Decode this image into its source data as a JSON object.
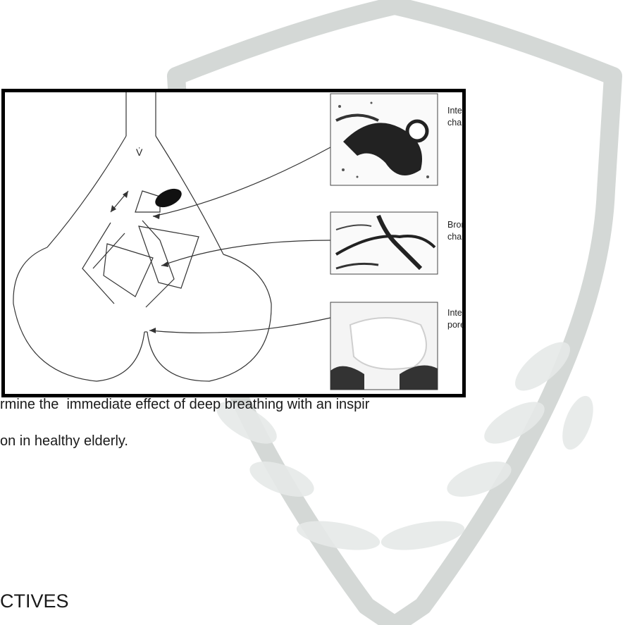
{
  "figure": {
    "flow_symbol": "V̇",
    "labels": [
      {
        "line1": "Interbronchiolar",
        "line2": "channel of Martin"
      },
      {
        "line1": "Bronchiole-alveolar",
        "line2": "channel of Lambert"
      },
      {
        "line1": "Interalveolar",
        "line2": "pore of Kohn"
      }
    ]
  },
  "text": {
    "line1": "rmine the  immediate effect of deep breathing with an inspir",
    "line2": "on in healthy elderly.",
    "heading": "CTIVES"
  },
  "colors": {
    "watermark_gray": "#d4d8d6",
    "watermark_yellow": "#f6e8a0",
    "watermark_green": "#cfe6cf"
  }
}
